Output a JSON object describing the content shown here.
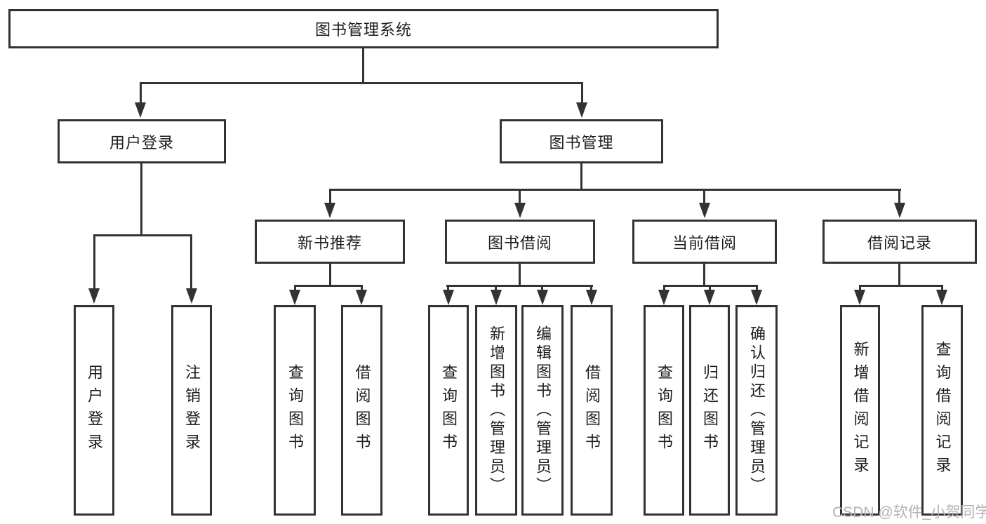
{
  "diagram": {
    "root": {
      "label": "图书管理系统"
    },
    "level1": [
      {
        "id": "user-login",
        "label": "用户登录",
        "parent": "root"
      },
      {
        "id": "book-management",
        "label": "图书管理",
        "parent": "root"
      }
    ],
    "level2": [
      {
        "id": "new-book-recommendation",
        "label": "新书推荐",
        "parent": "book-management"
      },
      {
        "id": "book-borrowing",
        "label": "图书借阅",
        "parent": "book-management"
      },
      {
        "id": "current-borrowing",
        "label": "当前借阅",
        "parent": "book-management"
      },
      {
        "id": "borrowing-records",
        "label": "借阅记录",
        "parent": "book-management"
      }
    ],
    "leaves": [
      {
        "label": "用户登录",
        "parent": "user-login"
      },
      {
        "label": "注销登录",
        "parent": "user-login"
      },
      {
        "label": "查询图书",
        "parent": "new-book-recommendation"
      },
      {
        "label": "借阅图书",
        "parent": "new-book-recommendation"
      },
      {
        "label": "查询图书",
        "parent": "book-borrowing"
      },
      {
        "label": "新增图书（管理员）",
        "parent": "book-borrowing"
      },
      {
        "label": "编辑图书（管理员）",
        "parent": "book-borrowing"
      },
      {
        "label": "借阅图书",
        "parent": "book-borrowing"
      },
      {
        "label": "查询图书",
        "parent": "current-borrowing"
      },
      {
        "label": "归还图书",
        "parent": "current-borrowing"
      },
      {
        "label": "确认归还（管理员）",
        "parent": "current-borrowing"
      },
      {
        "label": "新增借阅记录",
        "parent": "borrowing-records"
      },
      {
        "label": "查询借阅记录",
        "parent": "borrowing-records"
      }
    ],
    "watermark": "CSDN @软件_小贺同学",
    "colors": {
      "line": "#333333",
      "text": "#1d1d1d",
      "watermark": "#b3b3b3",
      "background": "#ffffff"
    }
  }
}
